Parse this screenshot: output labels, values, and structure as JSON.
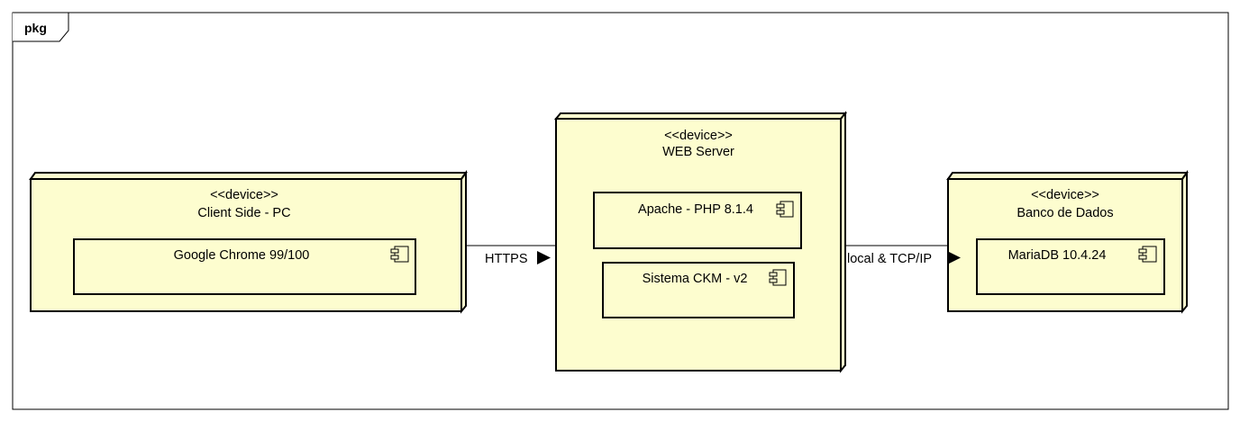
{
  "package": {
    "label": "pkg"
  },
  "colors": {
    "node_fill": "#fdfdcf",
    "stroke": "#000000"
  },
  "nodes": [
    {
      "id": "client",
      "stereotype": "<<device>>",
      "name": "Client Side - PC",
      "components": [
        {
          "label": "Google Chrome 99/100"
        }
      ]
    },
    {
      "id": "web",
      "stereotype": "<<device>>",
      "name": "WEB Server",
      "components": [
        {
          "label": "Apache - PHP 8.1.4"
        },
        {
          "label": "Sistema CKM - v2"
        }
      ]
    },
    {
      "id": "db",
      "stereotype": "<<device>>",
      "name": "Banco de Dados",
      "components": [
        {
          "label": "MariaDB 10.4.24"
        }
      ]
    }
  ],
  "connections": [
    {
      "from": "client",
      "to": "web",
      "label": "HTTPS"
    },
    {
      "from": "web",
      "to": "db",
      "label": "local & TCP/IP"
    }
  ]
}
